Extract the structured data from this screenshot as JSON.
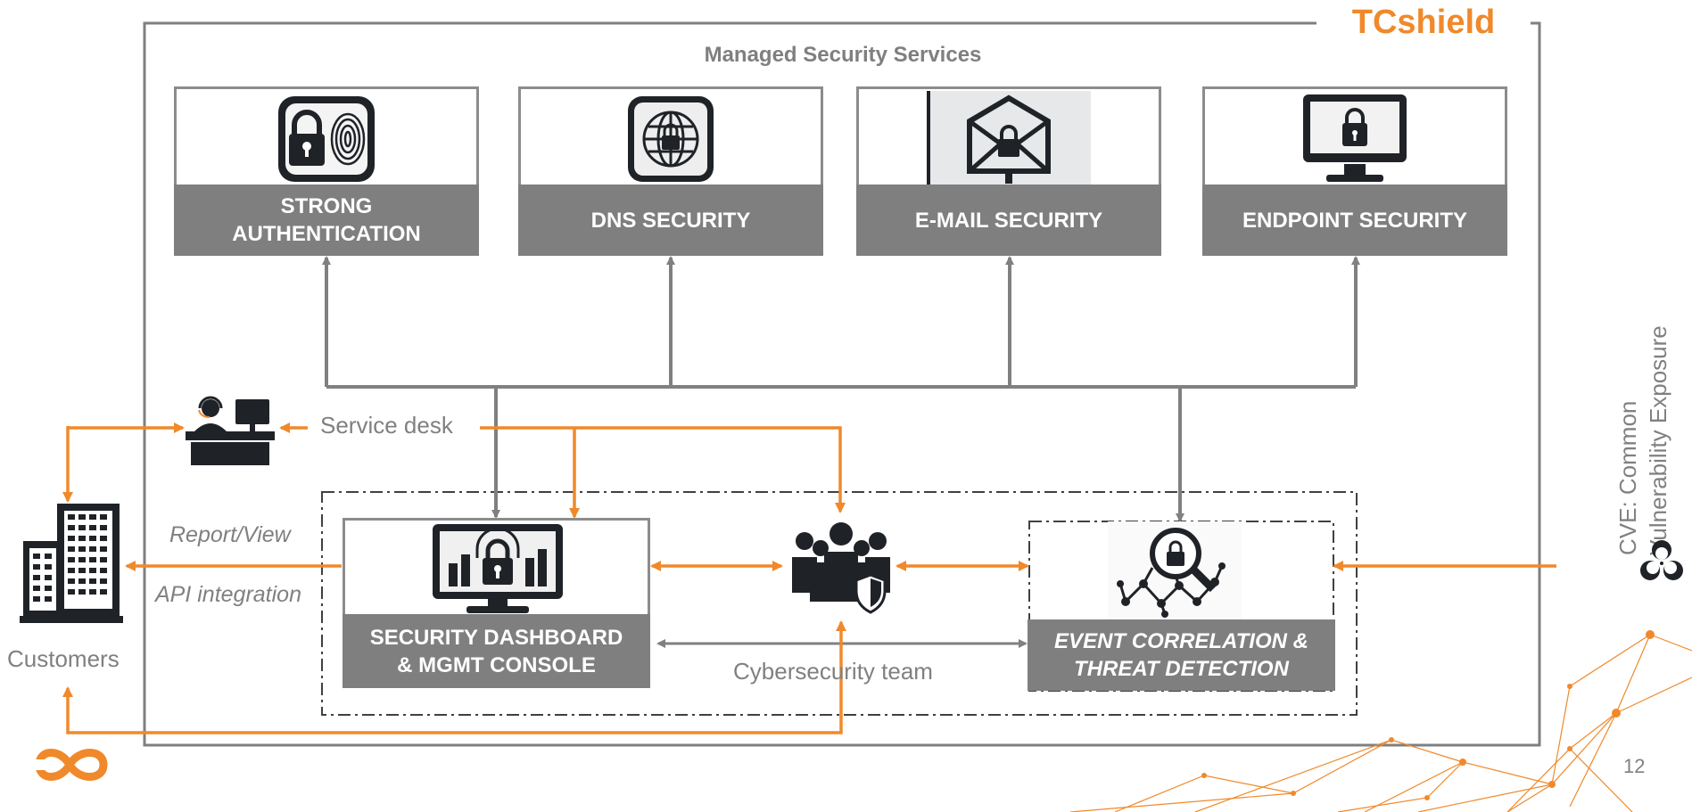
{
  "brand": "TCshield",
  "section_title": "Managed Security Services",
  "services": [
    {
      "label_lines": [
        "STRONG",
        "AUTHENTICATION"
      ],
      "icon": "lock-fingerprint-icon"
    },
    {
      "label_lines": [
        "DNS SECURITY"
      ],
      "icon": "globe-lock-icon"
    },
    {
      "label_lines": [
        "E-MAIL SECURITY"
      ],
      "icon": "envelope-lock-icon"
    },
    {
      "label_lines": [
        "ENDPOINT SECURITY"
      ],
      "icon": "monitor-lock-icon"
    }
  ],
  "service_desk": {
    "label": "Service desk",
    "icon": "service-desk-agent-icon"
  },
  "dashboard": {
    "label_lines": [
      "SECURITY DASHBOARD",
      "& MGMT CONSOLE"
    ],
    "icon": "dashboard-lock-icon"
  },
  "team": {
    "label": "Cybersecurity team",
    "icon": "team-shield-icon"
  },
  "event": {
    "label_lines": [
      "EVENT CORRELATION &",
      "THREAT DETECTION"
    ],
    "icon": "network-search-lock-icon"
  },
  "customers": {
    "label": "Customers",
    "icon": "buildings-icon"
  },
  "links": {
    "report_view": "Report/View",
    "api_integration": "API integration"
  },
  "cve": {
    "line1": "CVE: Common",
    "line2": "Vulnerability Exposure",
    "icon": "biohazard-icon"
  },
  "logo_icon": "infinity-logo-icon",
  "page_number": "12",
  "colors": {
    "accent": "#f0892b",
    "gray": "#7f7f7f",
    "frame": "#808080",
    "dark": "#1f2328"
  }
}
